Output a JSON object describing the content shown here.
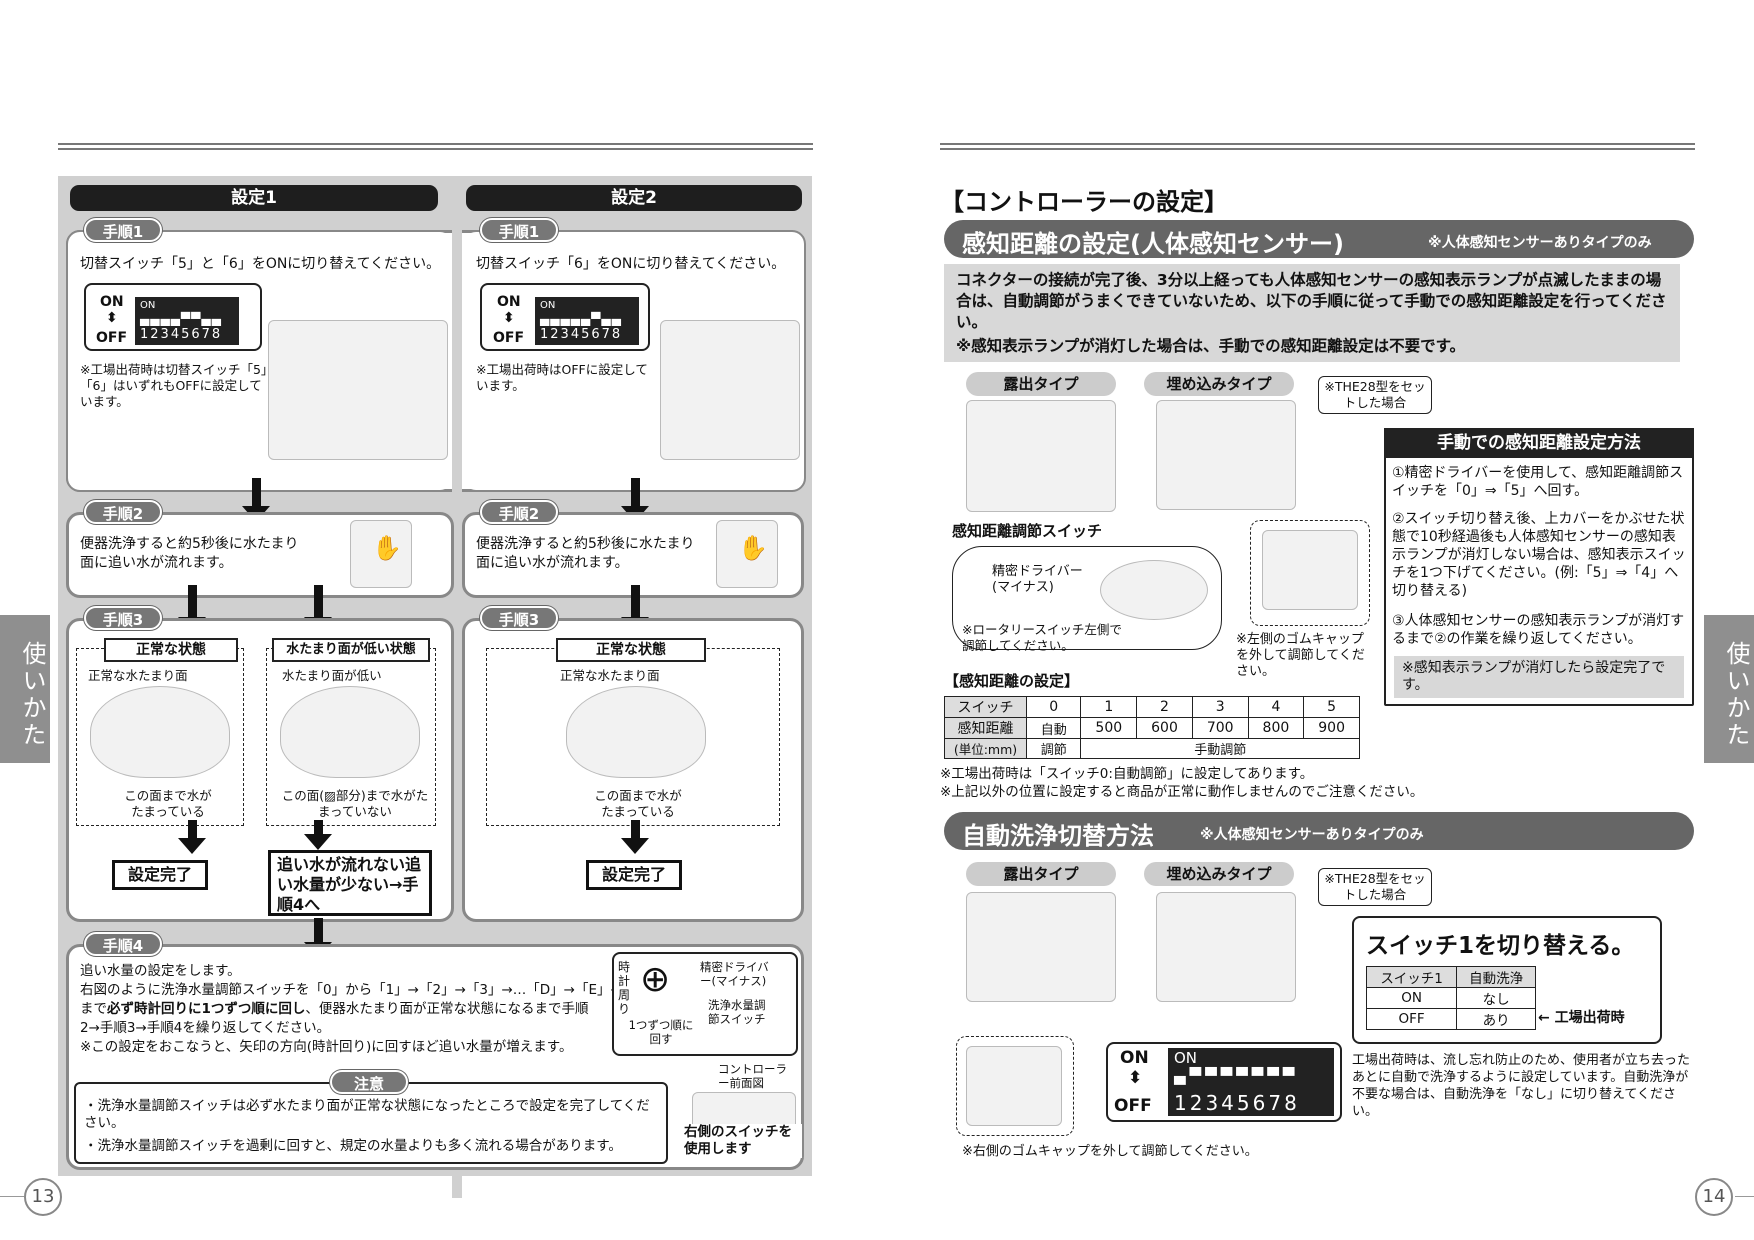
{
  "pages": {
    "left_num": "13",
    "right_num": "14",
    "side_tab": "使いかた"
  },
  "setting1": {
    "title": "設定1",
    "step1": {
      "label": "手順1",
      "text": "切替スイッチ「5」と「6」をONに切り替えてください。",
      "on": "ON",
      "off": "OFF",
      "sw_on": "ON",
      "sw_nums": "12345678",
      "note": "※工場出荷時は切替スイッチ「5」「6」はいずれもOFFに設定しています。"
    },
    "step2": {
      "label": "手順2",
      "text": "便器洗浄すると約5秒後に水たまり面に追い水が流れます。"
    },
    "step3": {
      "label": "手順3",
      "normal": {
        "title": "正常な状態",
        "top": "正常な水たまり面",
        "bottom": "この面まで水がたまっている"
      },
      "low": {
        "title": "水たまり面が低い状態",
        "top": "水たまり面が低い",
        "bottom": "この面(▨部分)まで水がたまっていない"
      },
      "done": "設定完了",
      "next": "追い水が流れない追い水量が少ない→手順4へ"
    }
  },
  "setting2": {
    "title": "設定2",
    "step1": {
      "label": "手順1",
      "text": "切替スイッチ「6」をONに切り替えてください。",
      "on": "ON",
      "off": "OFF",
      "sw_on": "ON",
      "sw_nums": "12345678",
      "note": "※工場出荷時はOFFに設定しています。"
    },
    "step2": {
      "label": "手順2",
      "text": "便器洗浄すると約5秒後に水たまり面に追い水が流れます。"
    },
    "step3": {
      "label": "手順3",
      "normal": {
        "title": "正常な状態",
        "top": "正常な水たまり面",
        "bottom": "この面まで水がたまっている"
      },
      "done": "設定完了"
    }
  },
  "step4": {
    "label": "手順4",
    "l1": "追い水量の設定をします。",
    "l2": "右図のように洗浄水量調節スイッチを「0」から「1」→「2」→「3」→…「D」→「E」→「F」",
    "l3a": "まで",
    "l3b": "必ず時計回りに1つずつ順に回し",
    "l3c": "、便器水たまり面が正常な状態になるまで手順",
    "l4": "2→手順3→手順4を繰り返してください。",
    "l5": "※この設定をおこなうと、矢印の方向(時計回り)に回すほど追い水量が増えます。",
    "dial_cw": "時計周り",
    "dial_step": "1つずつ順に回す",
    "driver": "精密ドライバー(マイナス)",
    "switch": "洗浄水量調節スイッチ",
    "ctrl": "コントローラー前面図",
    "right_sw": "右側のスイッチを使用します",
    "caution": "注意",
    "c1": "・洗浄水量調節スイッチは必ず水たまり面が正常な状態になったところで設定を完了してください。",
    "c2": "・洗浄水量調節スイッチを過剰に回すと、規定の水量よりも多く流れる場合があります。"
  },
  "right": {
    "heading": "【コントローラーの設定】",
    "sec1": {
      "title": "感知距離の設定(人体感知センサー)",
      "note": "※人体感知センサーありタイプのみ",
      "intro": "コネクターの接続が完了後、3分以上経っても人体感知センサーの感知表示ランプが点滅したままの場合は、自動調節がうまくできていないため、以下の手順に従って手動での感知距離設定を行ってください。",
      "intro2": "※感知表示ランプが消灯した場合は、手動での感知距離設定は不要です。",
      "exposed": "露出タイプ",
      "embedded": "埋め込みタイプ",
      "the28": "※THE28型をセットした場合",
      "sw_label": "感知距離調節スイッチ",
      "driver": "精密ドライバー(マイナス)",
      "rotary": "※ロータリースイッチ左側で調節してください。",
      "cap": "※左側のゴムキャップを外して調節してください。",
      "manual_title": "手動での感知距離設定方法",
      "m1": "①精密ドライバーを使用して、感知距離調節スイッチを「0」⇒「5」へ回す。",
      "m2": "②スイッチ切り替え後、上カバーをかぶせた状態で10秒経過後も人体感知センサーの感知表示ランプが消灯しない場合は、感知表示スイッチを1つ下げてください。(例:「5」⇒「4」へ切り替える)",
      "m3": "③人体感知センサーの感知表示ランプが消灯するまで②の作業を繰り返してください。",
      "m4": "※感知表示ランプが消灯したら設定完了です。",
      "table_title": "【感知距離の設定】",
      "table": {
        "h": [
          "スイッチ",
          "0",
          "1",
          "2",
          "3",
          "4",
          "5"
        ],
        "r1": [
          "感知距離",
          "自動",
          "500",
          "600",
          "700",
          "800",
          "900"
        ],
        "r2": [
          "(単位:mm)",
          "調節",
          "手動調節"
        ]
      },
      "n1": "※工場出荷時は「スイッチ0:自動調節」に設定してあります。",
      "n2": "※上記以外の位置に設定すると商品が正常に動作しませんのでご注意ください。"
    },
    "sec2": {
      "title": "自動洗浄切替方法",
      "note": "※人体感知センサーありタイプのみ",
      "exposed": "露出タイプ",
      "embedded": "埋め込みタイプ",
      "the28": "※THE28型をセットした場合",
      "switch_title": "スイッチ1を切り替える。",
      "table": {
        "h": [
          "スイッチ1",
          "自動洗浄"
        ],
        "r1": [
          "ON",
          "なし"
        ],
        "r2": [
          "OFF",
          "あり"
        ]
      },
      "factory": "← 工場出荷時",
      "on": "ON",
      "off": "OFF",
      "sw_on": "ON",
      "sw_nums": "12345678",
      "desc": "工場出荷時は、流し忘れ防止のため、使用者が立ち去ったあとに自動で洗浄するように設定しています。自動洗浄が不要な場合は、自動洗浄を「なし」に切り替えてください。",
      "cap": "※右側のゴムキャップを外して調節してください。"
    }
  }
}
